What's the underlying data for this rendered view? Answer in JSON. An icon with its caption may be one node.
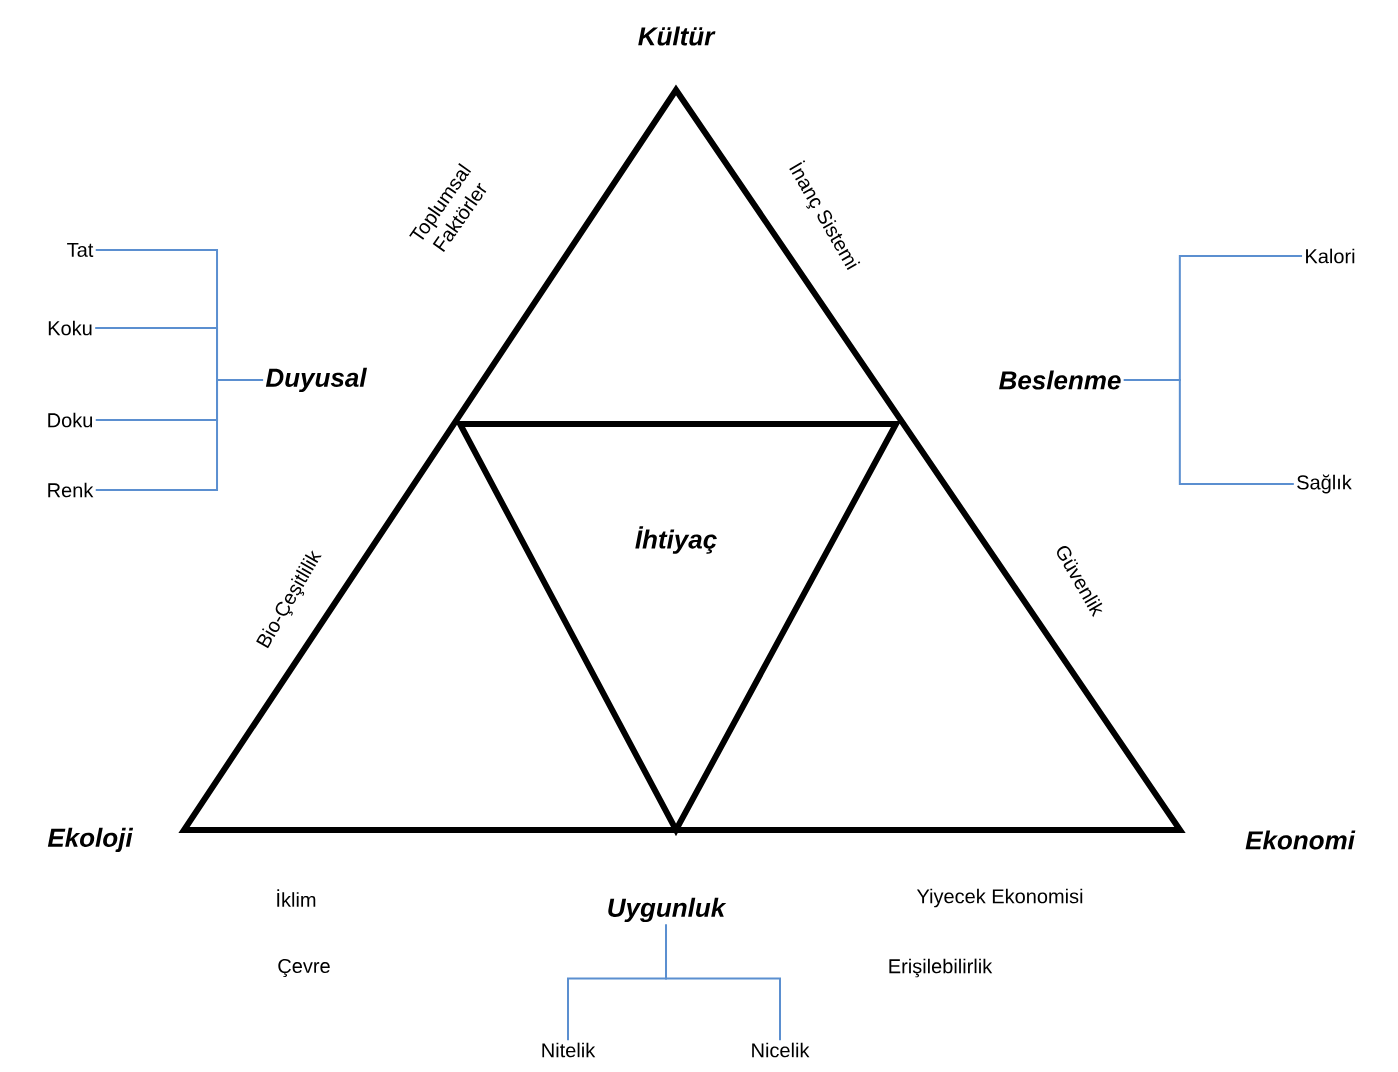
{
  "diagram": {
    "nodes": [
      {
        "text": [
          "Duyusal"
        ]
      },
      {
        "text": [
          "Tat"
        ]
      },
      {
        "text": [
          "Koku"
        ]
      },
      {
        "text": [
          "Doku"
        ]
      },
      {
        "text": [
          "Renk"
        ]
      },
      {
        "text": [
          "Beslenme"
        ]
      },
      {
        "text": [
          "Kalori"
        ]
      },
      {
        "text": [
          "Sağlık"
        ]
      },
      {
        "text": [
          "Uygunluk"
        ]
      },
      {
        "text": [
          "Nitelik"
        ]
      },
      {
        "text": [
          "Nicelik"
        ]
      },
      {
        "text": [
          "İhtiyaç"
        ]
      }
    ],
    "edges": [
      {
        "from": 0,
        "to": 1,
        "arrow": "none"
      },
      {
        "from": 0,
        "to": 2,
        "arrow": "none"
      },
      {
        "from": 0,
        "to": 3,
        "arrow": "none"
      },
      {
        "from": 0,
        "to": 4,
        "arrow": "none"
      },
      {
        "from": 5,
        "to": 6,
        "arrow": "none"
      },
      {
        "from": 5,
        "to": 7,
        "arrow": "none"
      },
      {
        "from": 8,
        "to": 9,
        "arrow": "none"
      },
      {
        "from": 8,
        "to": 10,
        "arrow": "none"
      }
    ],
    "labels": [
      "Kültür",
      "Toplumsal Faktörler",
      "İnanç Sistemi",
      "Bio-Çeşitlilik",
      "Güvenlik",
      "Ekoloji",
      "Ekonomi",
      "İklim",
      "Çevre",
      "Yiyecek Ekonomisi",
      "Erişilebilirlik"
    ]
  }
}
